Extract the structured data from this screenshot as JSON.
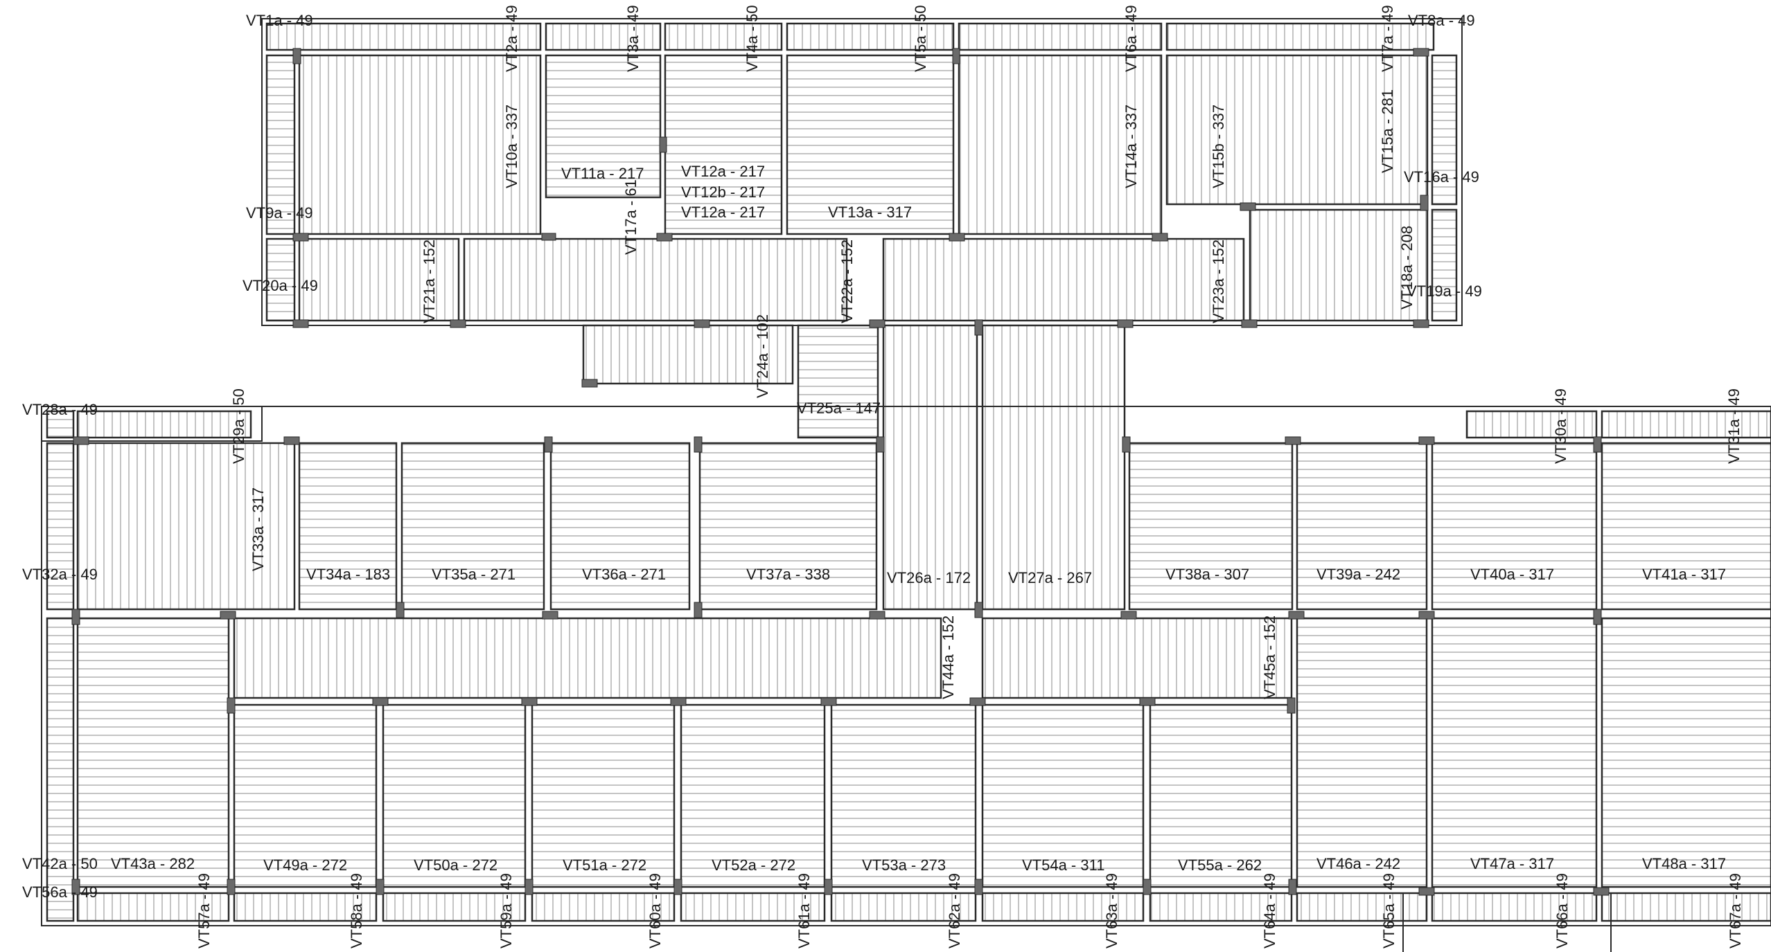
{
  "plan": {
    "colors": {
      "background": "#ffffff",
      "line": "#2a2a2a",
      "joist": "#8a8a8a",
      "column": "#6a6a6a"
    },
    "beams": {
      "vt1a": "VT1a - 49",
      "vt2a": "VT2a - 49",
      "vt3a": "VT3a - 49",
      "vt4a": "VT4a - 50",
      "vt5a": "VT5a - 50",
      "vt6a": "VT6a - 49",
      "vt7a": "VT7a - 49",
      "vt8a": "VT8a - 49",
      "vt9a": "VT9a - 49",
      "vt10a": "VT10a - 337",
      "vt11a": "VT11a - 217",
      "vt12a_1": "VT12a - 217",
      "vt12b": "VT12b - 217",
      "vt12a_2": "VT12a - 217",
      "vt13a": "VT13a - 317",
      "vt14a": "VT14a - 337",
      "vt15a": "VT15a - 281",
      "vt15b": "VT15b - 337",
      "vt16a": "VT16a - 49",
      "vt17a": "VT17a - 61",
      "vt18a": "VT18a - 208",
      "vt19a": "VT19a - 49",
      "vt20a": "VT20a - 49",
      "vt21a": "VT21a - 152",
      "vt22a": "VT22a - 152",
      "vt23a": "VT23a - 152",
      "vt24a": "VT24a - 102",
      "vt25a": "VT25a - 147",
      "vt26a": "VT26a - 172",
      "vt27a": "VT27a - 267",
      "vt28a": "VT28a - 49",
      "vt29a": "VT29a - 50",
      "vt30a": "VT30a - 49",
      "vt31a": "VT31a - 49",
      "vt32a": "VT32a - 49",
      "vt33a": "VT33a - 317",
      "vt34a": "VT34a - 183",
      "vt35a": "VT35a - 271",
      "vt36a": "VT36a - 271",
      "vt37a": "VT37a - 338",
      "vt38a": "VT38a - 307",
      "vt39a": "VT39a - 242",
      "vt40a": "VT40a - 317",
      "vt41a": "VT41a - 317",
      "vt42a": "VT42a - 50",
      "vt43a": "VT43a - 282",
      "vt44a": "VT44a - 152",
      "vt45a": "VT45a - 152",
      "vt46a": "VT46a - 242",
      "vt47a": "VT47a - 317",
      "vt48a": "VT48a - 317",
      "vt49a": "VT49a - 272",
      "vt50a": "VT50a - 272",
      "vt51a": "VT51a - 272",
      "vt52a": "VT52a - 272",
      "vt53a": "VT53a - 273",
      "vt54a": "VT54a - 311",
      "vt55a": "VT55a - 262",
      "vt56a": "VT56a - 49",
      "vt57a": "VT57a - 49",
      "vt58a": "VT58a - 49",
      "vt59a": "VT59a - 49",
      "vt60a": "VT60a - 49",
      "vt61a": "VT61a - 49",
      "vt62a": "VT62a - 49",
      "vt63a": "VT63a - 49",
      "vt64a": "VT64a - 49",
      "vt65a": "VT65a - 49",
      "vt66a": "VT66a - 49",
      "vt67a": "VT67a - 49"
    }
  }
}
